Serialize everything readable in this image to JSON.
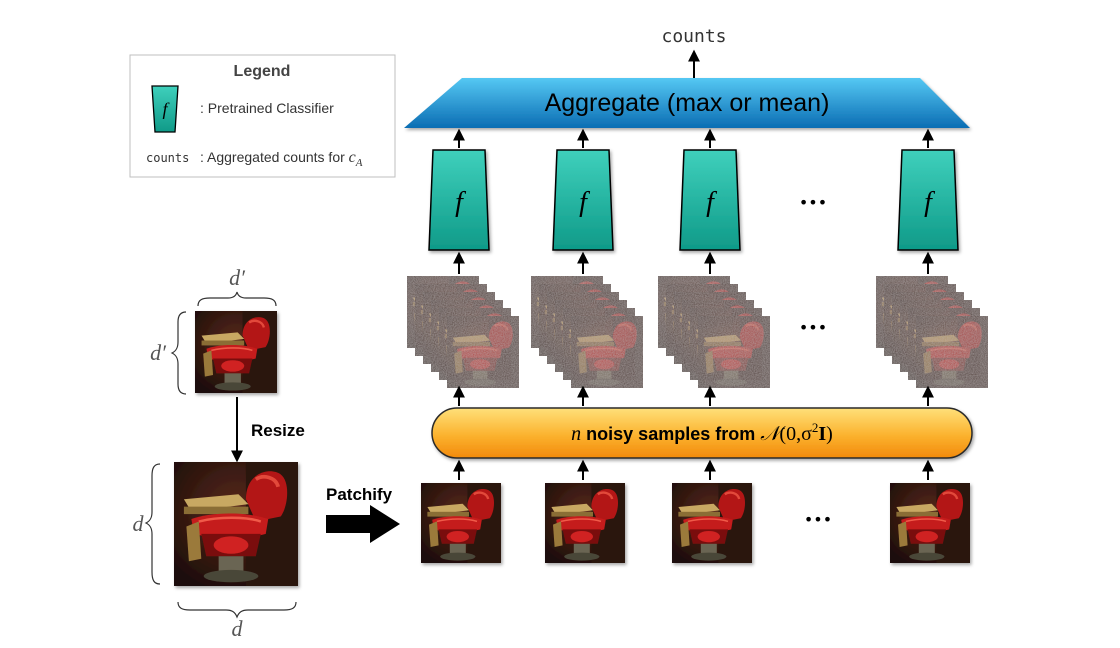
{
  "output_label": "counts",
  "legend": {
    "title": "Legend",
    "classifier_symbol": "f",
    "classifier_desc": ": Pretrained Classifier",
    "counts_key": "counts",
    "counts_desc": ": Aggregated counts for ",
    "counts_var": "c",
    "counts_sub": "A"
  },
  "aggregate_label": "Aggregate (max or mean)",
  "classifier_symbol": "f",
  "ellipsis": "•••",
  "noise": {
    "prefix": "n",
    "text": " noisy samples from ",
    "dist_symbol": "𝒩",
    "dist_args": "(0,σ",
    "dist_pow": "2",
    "dist_mat": "I",
    "dist_close": ")"
  },
  "dims": {
    "small_width": "d′",
    "small_height": "d′",
    "large_height": "d",
    "large_width": "d"
  },
  "resize_label": "Resize",
  "patchify_label": "Patchify",
  "colors": {
    "classifier": "#1fb3a0",
    "aggregate_top": "#4fc3f0",
    "aggregate_bottom": "#0a6fb5",
    "noise_top": "#ffd35a",
    "noise_bottom": "#f59a12",
    "chair_red": "#b01414",
    "chair_brass": "#b99a52"
  }
}
